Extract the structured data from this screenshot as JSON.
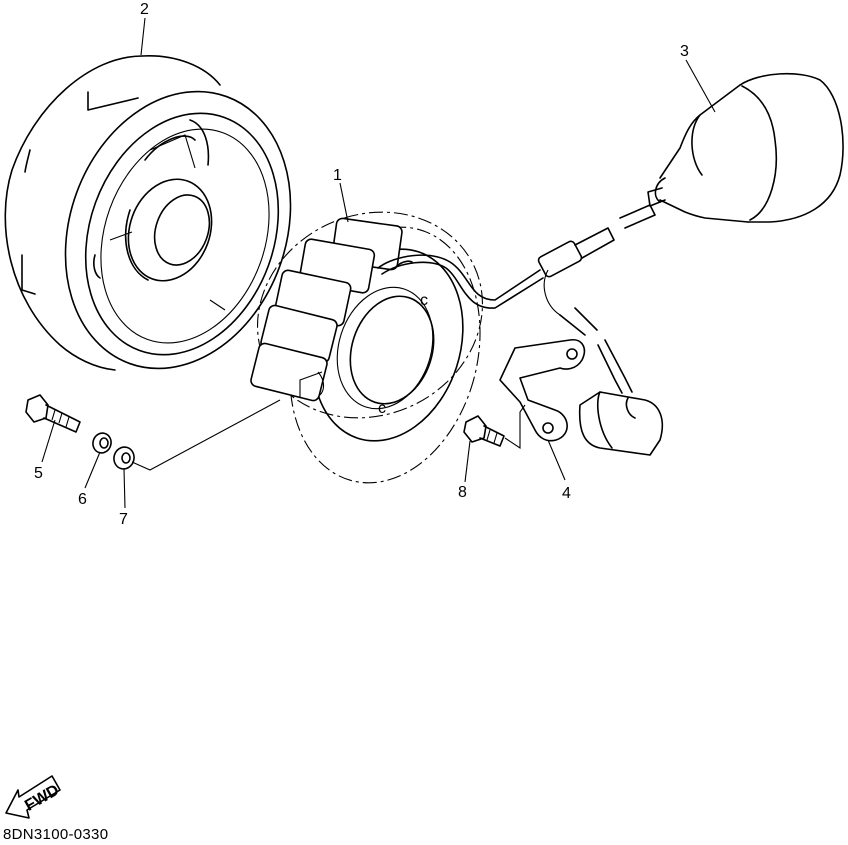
{
  "diagram": {
    "callouts": [
      {
        "id": "1",
        "label": "1"
      },
      {
        "id": "2",
        "label": "2"
      },
      {
        "id": "3",
        "label": "3"
      },
      {
        "id": "4",
        "label": "4"
      },
      {
        "id": "5",
        "label": "5"
      },
      {
        "id": "6",
        "label": "6"
      },
      {
        "id": "7",
        "label": "7"
      },
      {
        "id": "8",
        "label": "8"
      }
    ],
    "fwd_label": "FWD",
    "drawing_code": "8DN3100-0330"
  }
}
